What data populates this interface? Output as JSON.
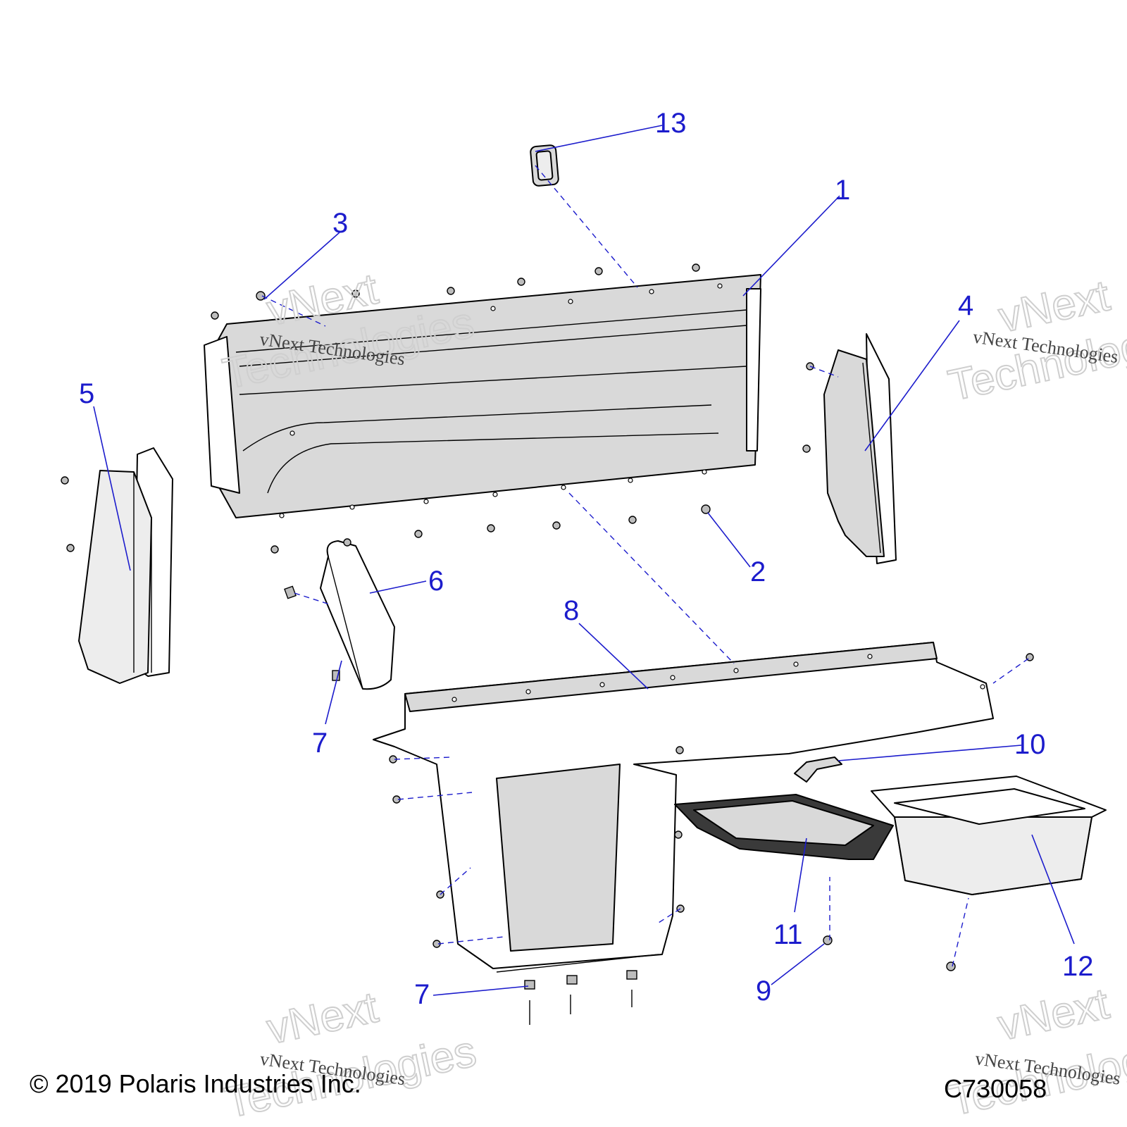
{
  "callouts": [
    "1",
    "2",
    "3",
    "4",
    "5",
    "6",
    "7",
    "8",
    "9",
    "10",
    "11",
    "12",
    "13"
  ],
  "callout_7_second": "7",
  "watermark": {
    "line1": "vNext",
    "line2": "Technologies",
    "small": "vNext Technologies"
  },
  "footer": {
    "copyright": "© 2019 Polaris Industries Inc.",
    "figure_id": "C730058"
  },
  "colors": {
    "callout": "#1c1ccc",
    "part_fill": "#d9d9d9"
  }
}
